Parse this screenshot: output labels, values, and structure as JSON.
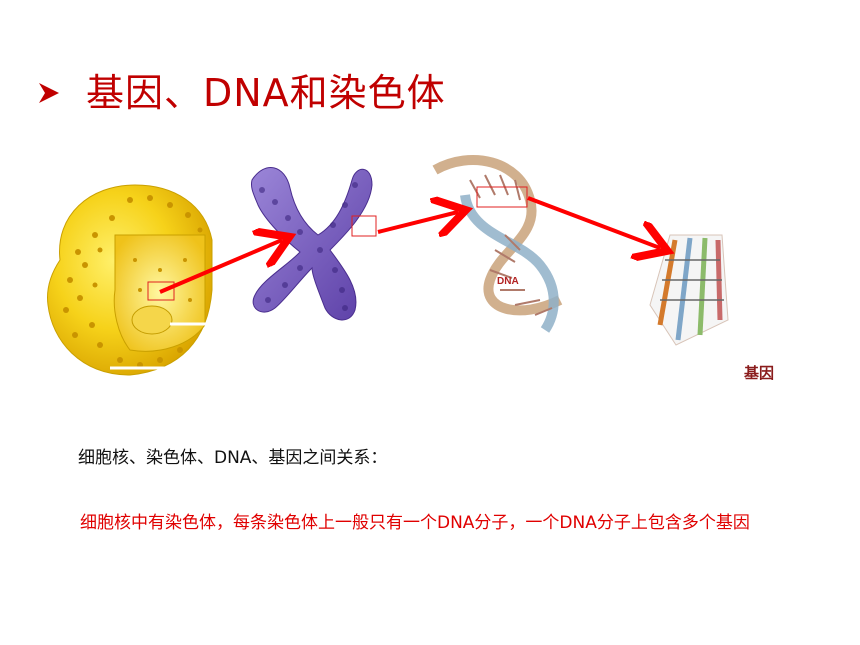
{
  "slide": {
    "title": "基因、DNA和染色体",
    "labels": {
      "dna": "DNA",
      "gene": "基因"
    },
    "question": "细胞核、染色体、DNA、基因之间关系：",
    "answer": "细胞核中有染色体，每条染色体上一般只有一个DNA分子，一个DNA分子上包含多个基因"
  },
  "colors": {
    "title": "#c00000",
    "answer": "#e00000",
    "arrow": "#ff0000",
    "bullet": "#c00000"
  },
  "icons": [
    "bullet-arrow-icon",
    "cell-nucleus-icon",
    "chromosome-icon",
    "dna-helix-icon",
    "gene-segment-icon"
  ]
}
